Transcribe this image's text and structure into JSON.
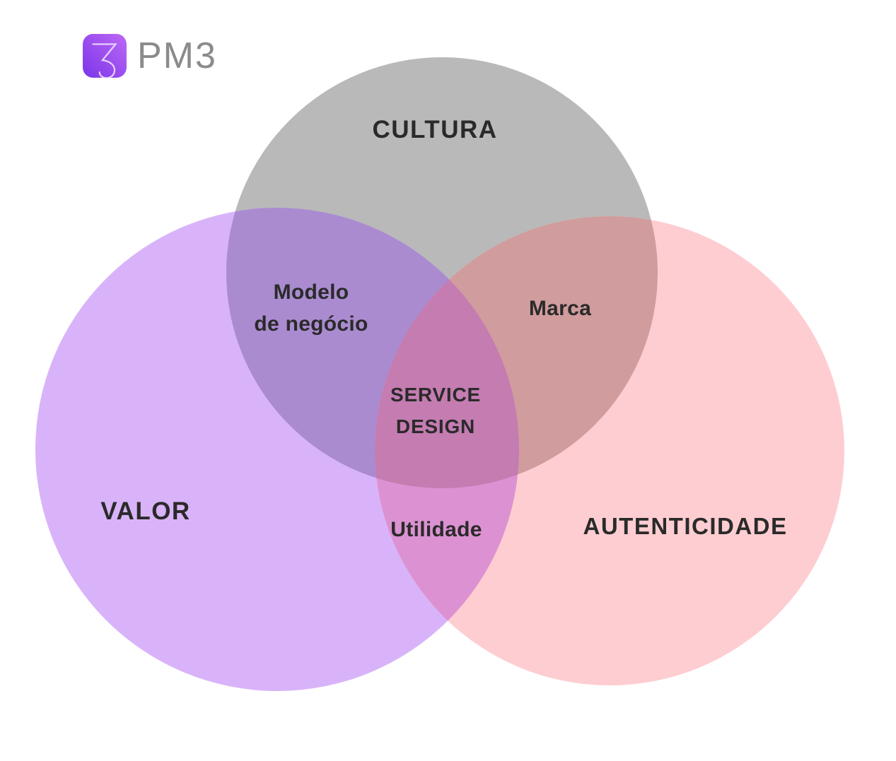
{
  "page": {
    "background": "#ffffff",
    "text_color": "#2a2a2a"
  },
  "header": {
    "brand_text": "PM3",
    "brand_text_color": "#8b8b8b",
    "logo_gradient_start": "#7b36e9",
    "logo_gradient_end": "#bd68f5",
    "logo_glyph_color": "#eedcff"
  },
  "venn": {
    "type": "venn-diagram",
    "cultura": {
      "label": "CULTURA",
      "color": "#b9b9b9"
    },
    "valor": {
      "label": "VALOR",
      "color": "#d9b3f9"
    },
    "autenticidade": {
      "label": "AUTENTICIDADE",
      "color": "#fecdd1"
    },
    "cultura_valor": {
      "lines": [
        "Modelo",
        "de negócio"
      ],
      "color": "#aa8bd0"
    },
    "cultura_autenticidade": {
      "label": "Marca",
      "color": "#d09c9d"
    },
    "valor_autenticidade": {
      "label": "Utilidade",
      "color": "#dc92d2"
    },
    "center": {
      "lines": [
        "SERVICE",
        "DESIGN"
      ],
      "color": "#c47cb1"
    }
  }
}
